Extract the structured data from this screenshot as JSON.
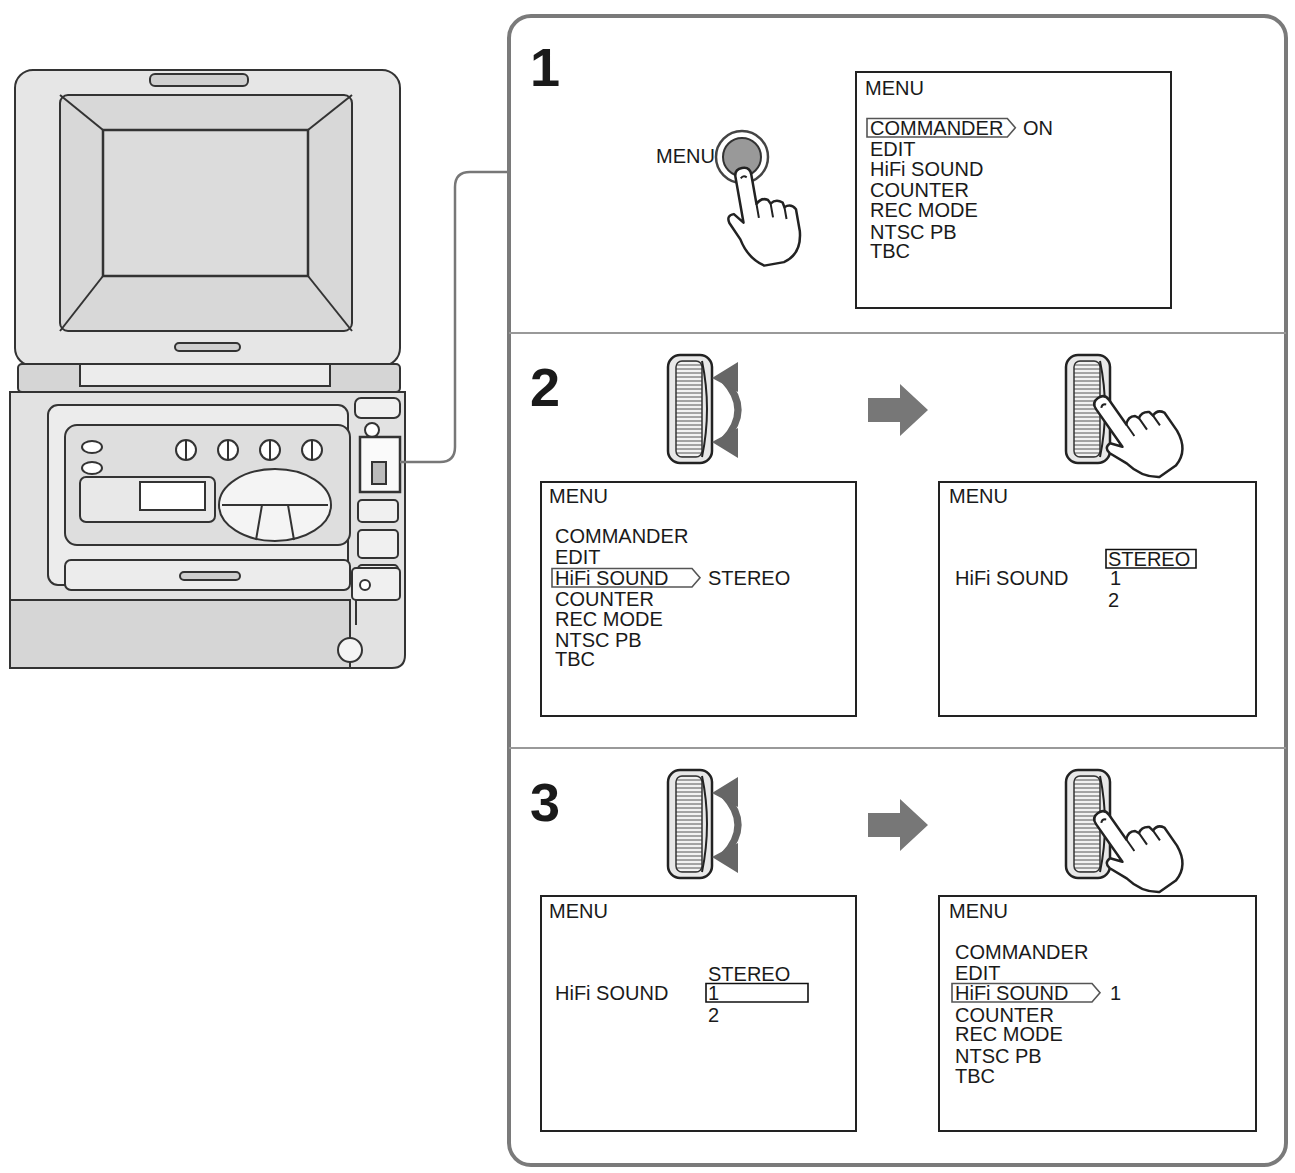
{
  "diagram": {
    "nodes": [
      {
        "text": [
          "1"
        ]
      },
      {
        "text": [
          "MENU",
          "COMMANDER",
          "ON",
          "EDIT",
          "HiFi SOUND",
          "COUNTER",
          "REC MODE",
          "NTSC PB",
          "TBC"
        ],
        "in": 0
      },
      {
        "text": [
          "2"
        ]
      },
      {
        "text": [
          "MENU",
          "COMMANDER",
          "EDIT",
          "HiFi SOUND",
          "STEREO",
          "COUNTER",
          "REC MODE",
          "NTSC PB",
          "TBC"
        ],
        "in": 2
      },
      {
        "text": [
          "MENU",
          "HiFi SOUND",
          "STEREO",
          "1",
          "2"
        ],
        "in": 2
      },
      {
        "text": [
          "3"
        ]
      },
      {
        "text": [
          "MENU",
          "HiFi SOUND",
          "STEREO",
          "1",
          "2"
        ],
        "in": 5
      },
      {
        "text": [
          "MENU",
          "COMMANDER",
          "EDIT",
          "HiFi SOUND",
          "1",
          "COUNTER",
          "REC MODE",
          "NTSC PB",
          "TBC"
        ],
        "in": 5
      }
    ],
    "labels": [
      "MENU"
    ]
  }
}
